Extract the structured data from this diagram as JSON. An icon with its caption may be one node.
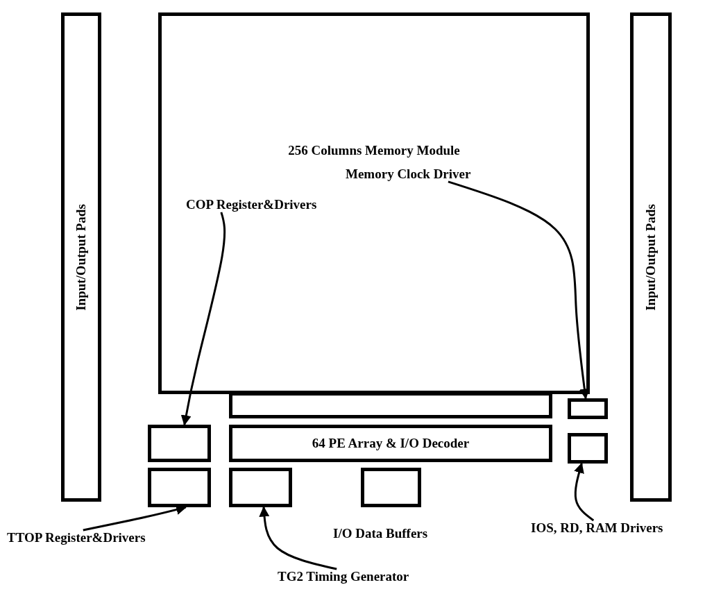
{
  "diagram": {
    "nodes": [
      {
        "text": [
          "Input/Output Pads"
        ]
      },
      {
        "text": [
          "256 Columns Memory Module"
        ]
      },
      {
        "text": [],
        "shape": "box"
      },
      {
        "text": [],
        "shape": "box"
      },
      {
        "text": [],
        "shape": "box"
      },
      {
        "text": [
          "64 PE Array & I/O Decoder"
        ]
      },
      {
        "text": [],
        "shape": "box"
      },
      {
        "text": [],
        "shape": "box"
      },
      {
        "text": [],
        "shape": "box"
      },
      {
        "text": [],
        "shape": "box",
        "beside": [
          "I/O Data Buffers"
        ]
      },
      {
        "text": [
          "Input/Output Pads"
        ]
      },
      {
        "text": [
          "Memory Clock Driver"
        ],
        "in": 1
      },
      {
        "text": [
          "COP Register&Drivers"
        ],
        "in": 1
      },
      {
        "text": [
          "TTOP Register&Drivers"
        ]
      },
      {
        "text": [
          "TG2 Timing Generator"
        ]
      },
      {
        "text": [
          "IOS, RD, RAM Drivers"
        ]
      }
    ],
    "edges": [
      {
        "from": 11,
        "to": 3,
        "arrow": "to"
      },
      {
        "from": 12,
        "to": 4,
        "arrow": "to"
      },
      {
        "from": 13,
        "to": 7,
        "arrow": "to"
      },
      {
        "from": 14,
        "to": 8,
        "arrow": "to"
      },
      {
        "from": 15,
        "to": 6,
        "arrow": "to"
      }
    ]
  }
}
